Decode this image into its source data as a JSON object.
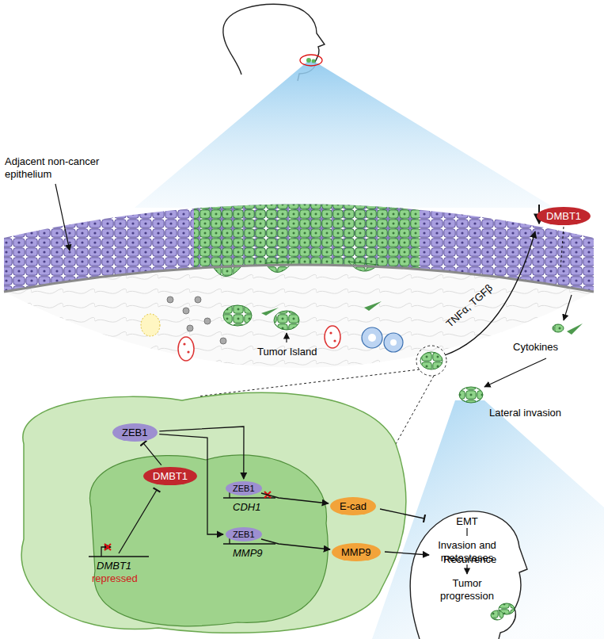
{
  "diagram": {
    "nodes": [
      {
        "text": [
          "DMBT1"
        ]
      },
      {
        "text": [
          "ZEB1"
        ]
      },
      {
        "text": [
          "DMBT1"
        ]
      },
      {
        "text": [
          "ZEB1"
        ]
      },
      {
        "text": [
          "ZEB1"
        ]
      },
      {
        "text": [
          "E-cad"
        ]
      },
      {
        "text": [
          "MMP9"
        ]
      }
    ],
    "edges": [
      {
        "from": 2,
        "to": 1,
        "arrow": "to"
      },
      {
        "from": 1,
        "to": 3,
        "arrow": "to"
      },
      {
        "from": 1,
        "to": 4,
        "arrow": "to"
      },
      {
        "from": 3,
        "to": 5,
        "arrow": "to"
      },
      {
        "from": 4,
        "to": 6,
        "arrow": "to"
      }
    ],
    "labels": [
      "Adjacent non-cancer epithelium",
      "Tumor Island",
      "TNFα, TGFβ",
      "Cytokines",
      "Lateral invasion",
      "Recurrence",
      "DMBT1",
      "repressed",
      "CDH1",
      "MMP9",
      "EMT",
      "Invasion and metastases",
      "Tumor progression"
    ]
  }
}
